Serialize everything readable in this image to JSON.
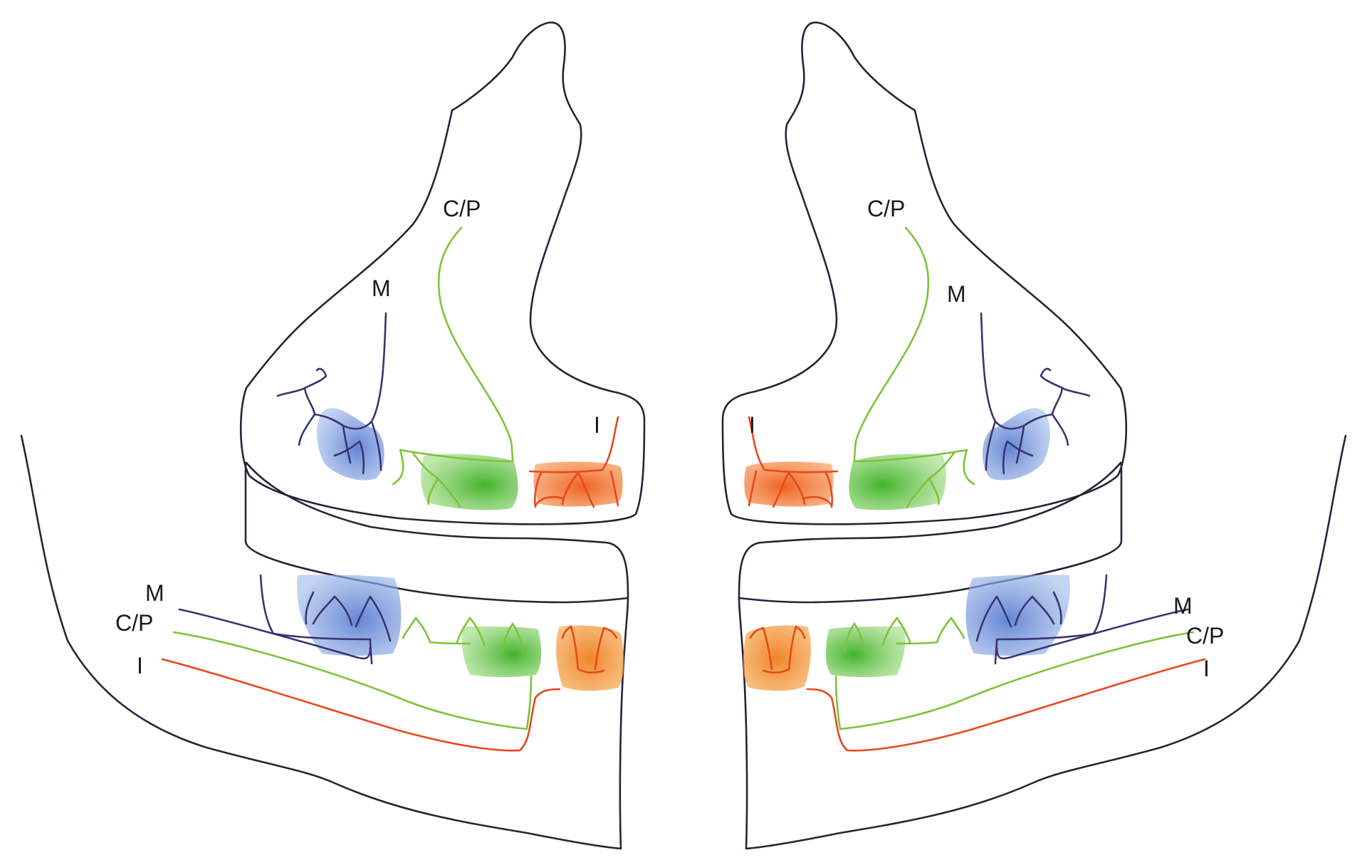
{
  "labels": {
    "molar": "M",
    "canine_premolar": "C/P",
    "incisor": "I"
  },
  "colors": {
    "outline": "#2a2238",
    "molar_fill": "#6a8ed8",
    "molar_vessel": "#3a3470",
    "canine_premolar_fill": "#44b82c",
    "canine_premolar_vessel": "#7cc43a",
    "incisor_fill": "#f06a1c",
    "incisor_vessel": "#e8481c",
    "lower_incisor_fill": "#f0902a"
  }
}
